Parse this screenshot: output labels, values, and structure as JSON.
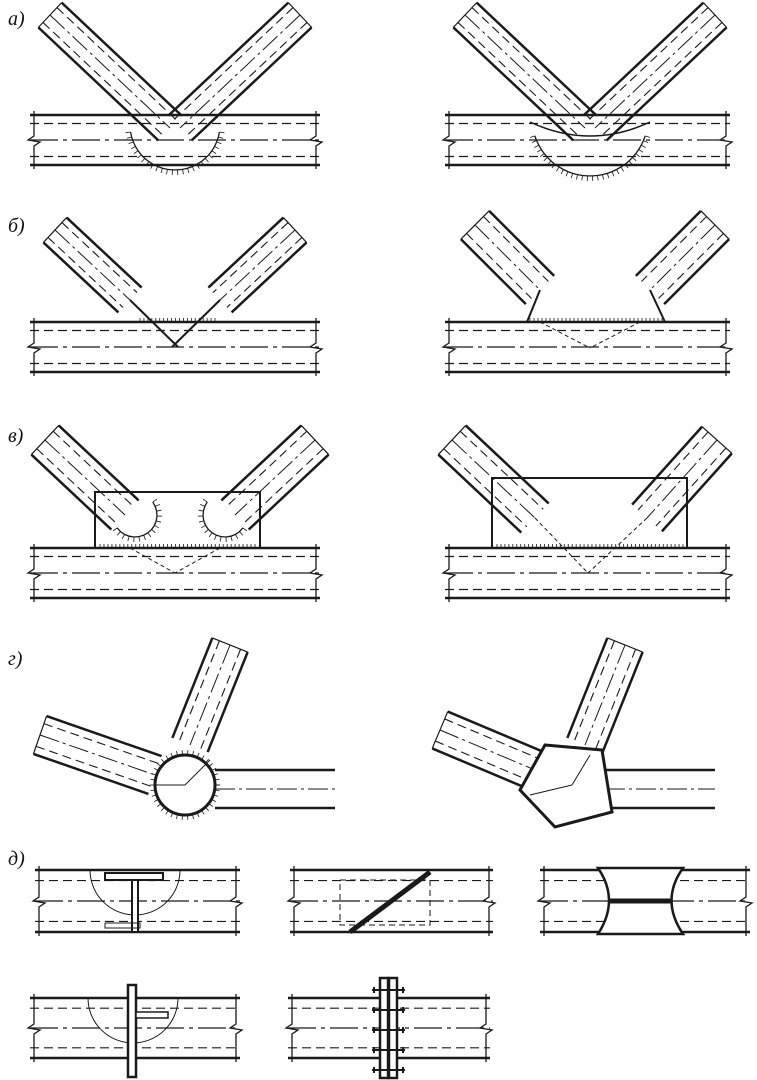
{
  "labels": {
    "a": "а)",
    "b": "б)",
    "v": "в)",
    "g": "г)",
    "d": "д)"
  },
  "colors": {
    "ink": "#1a1a1a",
    "paper": "#ffffff"
  }
}
